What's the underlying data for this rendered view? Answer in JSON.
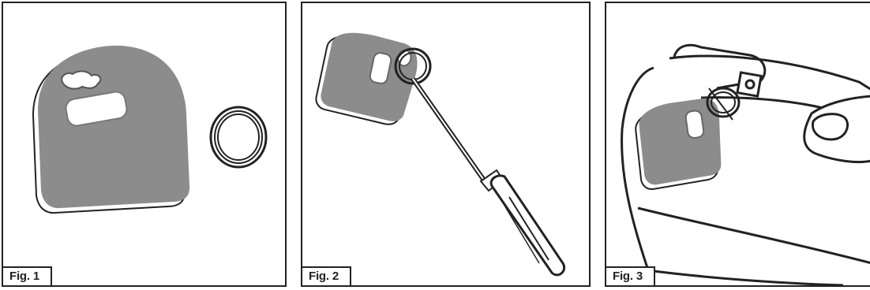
{
  "figures": [
    {
      "label": "Fig. 1",
      "icons": [
        "tag-icon",
        "split-ring-icon"
      ]
    },
    {
      "label": "Fig. 2",
      "icons": [
        "tag-icon",
        "split-ring-icon",
        "screwdriver-icon"
      ]
    },
    {
      "label": "Fig. 3",
      "icons": [
        "bag-handle-icon",
        "tag-icon",
        "split-ring-icon",
        "hand-icon"
      ]
    }
  ],
  "colors": {
    "tag_fill": "#8c8c8c",
    "tag_shadow": "#ffffff",
    "outline": "#222222"
  }
}
